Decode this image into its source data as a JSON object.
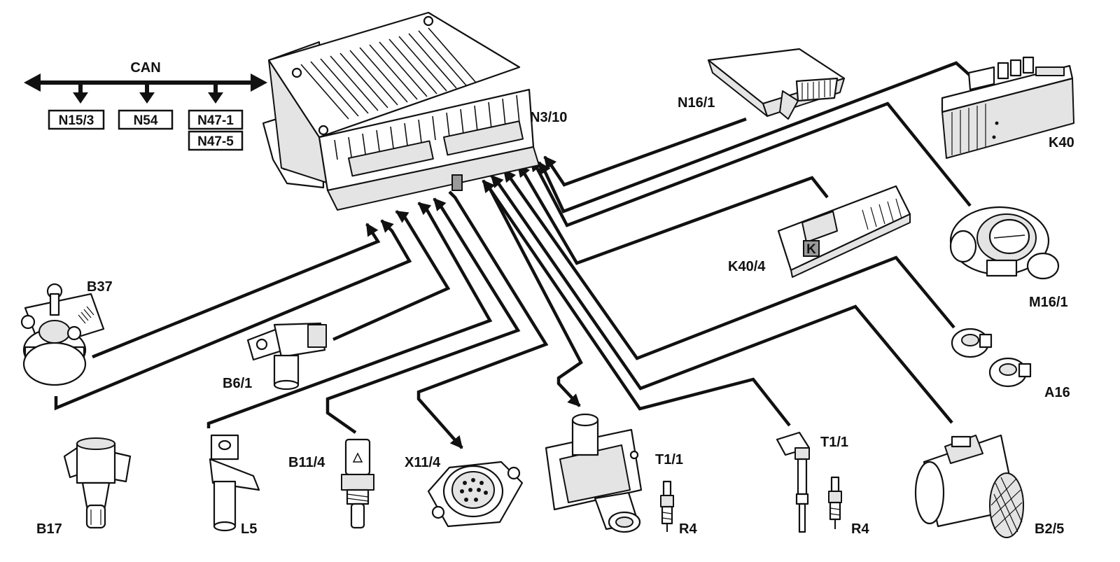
{
  "bus": {
    "label": "CAN",
    "nodes": [
      "N15/3",
      "N54",
      "N47-1",
      "N47-5"
    ]
  },
  "control_unit": {
    "label": "N3/10"
  },
  "components": {
    "n16_1": "N16/1",
    "k40": "K40",
    "k40_4": "K40/4",
    "k40_4_mark": "K",
    "m16_1": "M16/1",
    "a16": "A16",
    "b37": "B37",
    "b6_1": "B6/1",
    "b17": "B17",
    "l5": "L5",
    "b11_4": "B11/4",
    "x11_4": "X11/4",
    "t1_1_left": "T1/1",
    "r4_left": "R4",
    "t1_1_right": "T1/1",
    "r4_right": "R4",
    "b2_5": "B2/5"
  }
}
